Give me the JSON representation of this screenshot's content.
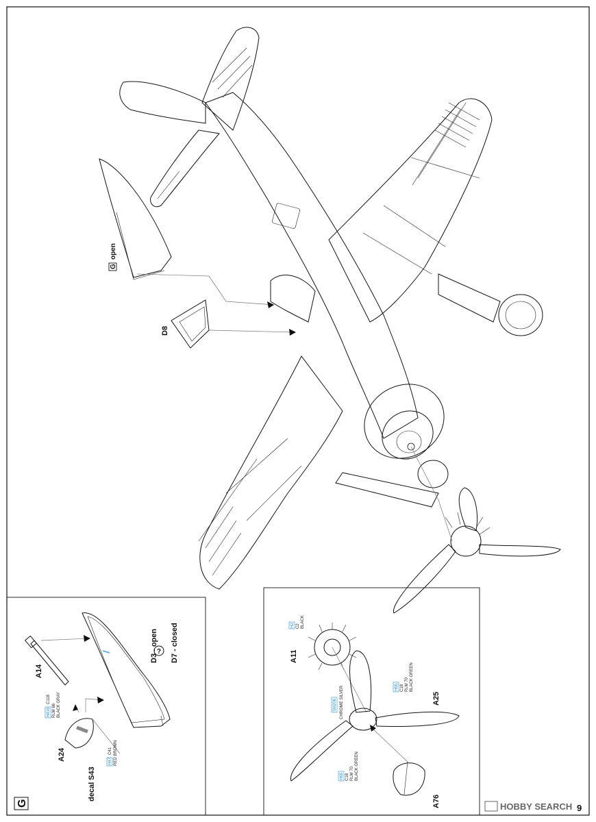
{
  "page_number": "9",
  "step_marker": "G",
  "main_view": {
    "callouts": {
      "canopy_step": "G",
      "canopy_state": "open",
      "part_d8": "D8"
    }
  },
  "left_panel": {
    "step": "G",
    "part_a14": "A14",
    "part_a24": "A24",
    "decal": "decal S43",
    "d3": "D3 - open",
    "choice": "?",
    "d7": "D7 - closed",
    "paint_c118": {
      "code": "H416",
      "ref": "C118",
      "line1": "RLM 66",
      "line2": "BLACK GRAY"
    },
    "paint_c41": {
      "code": "H47",
      "ref": "C41",
      "line1": "RED BROWN"
    }
  },
  "right_panel": {
    "part_a11": "A11",
    "part_a25": "A25",
    "part_a76": "A76",
    "paint_c2": {
      "code": "H2",
      "ref": "C2",
      "line1": "BLACK"
    },
    "paint_sm206": {
      "code": "SM206",
      "line1": "CHROME SILVER"
    },
    "paint_c18a": {
      "code": "H65",
      "ref": "C18",
      "line1": "RLM 70",
      "line2": "BLACK GREEN"
    },
    "paint_c18b": {
      "code": "H65",
      "ref": "C18",
      "line1": "RLM 70",
      "line2": "BLACK GREEN"
    }
  },
  "watermark": "HOBBY SEARCH",
  "colors": {
    "ink": "#111111",
    "paint_code": "#2c8fd6"
  }
}
